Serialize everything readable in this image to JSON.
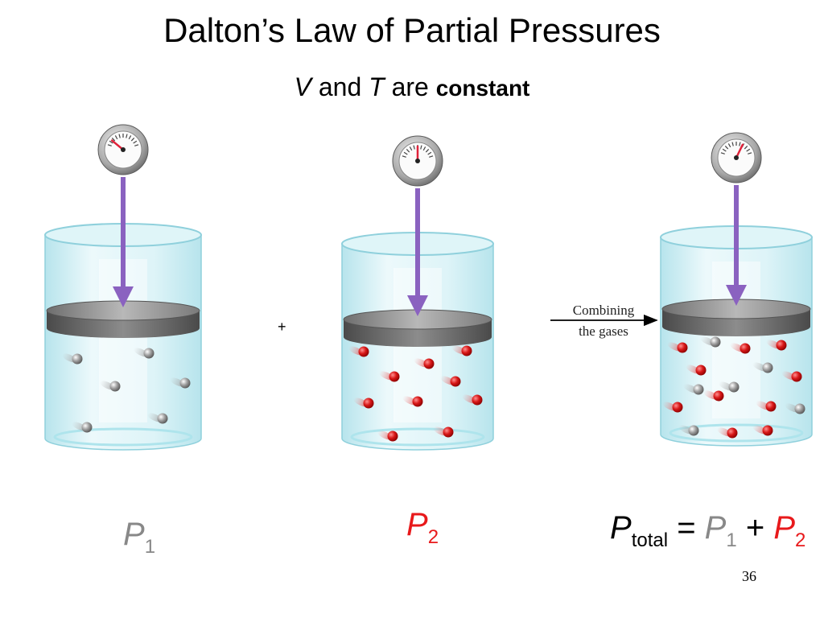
{
  "slide": {
    "title": "Dalton’s Law of Partial Pressures",
    "subtitle": {
      "v": "V",
      "and": "and",
      "t": "T",
      "are": "are",
      "constant": "constant"
    },
    "plus_sign": "+",
    "arrow_label_line1": "Combining",
    "arrow_label_line2": "the gases",
    "page_number": "36"
  },
  "labels": {
    "p1": {
      "symbol": "P",
      "sub": "1",
      "color": "#888888"
    },
    "p2": {
      "symbol": "P",
      "sub": "2",
      "color": "#e8191b"
    },
    "total": {
      "symbol": "P",
      "sub": "total",
      "equals": "=",
      "plus": "+",
      "p1_symbol": "P",
      "p1_sub": "1",
      "p2_symbol": "P",
      "p2_sub": "2"
    }
  },
  "colors": {
    "gray_gas": "#9a9a9a",
    "red_gas": "#d61a1a",
    "arrow": "#8a62c0",
    "glass": "#bfe9f0",
    "needle": "#e0223a"
  },
  "containers": [
    {
      "name": "container-1",
      "gas": "gray",
      "gauge_level": 0.15
    },
    {
      "name": "container-2",
      "gas": "red",
      "gauge_level": 0.5
    },
    {
      "name": "container-3",
      "gas": "mixed",
      "gauge_level": 0.68
    }
  ]
}
